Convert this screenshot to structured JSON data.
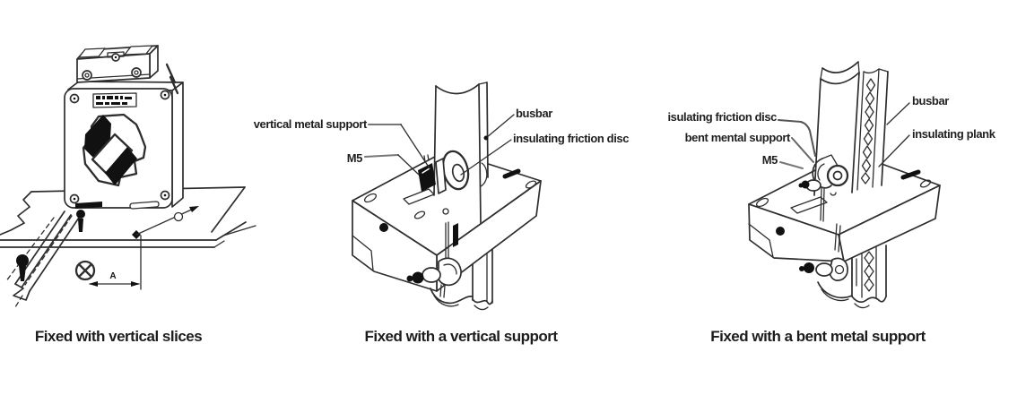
{
  "colors": {
    "background": "#ffffff",
    "line": "#2e2e2e",
    "leader": "#777777",
    "ink": "#111111",
    "text": "#1f1f1f"
  },
  "figures": [
    {
      "id": "vertical-slices",
      "caption": "Fixed with vertical slices",
      "dimension_label": "A",
      "labels": []
    },
    {
      "id": "vertical-support",
      "caption": "Fixed with a vertical support",
      "labels": [
        {
          "text": "vertical metal support"
        },
        {
          "text": "M5"
        },
        {
          "text": "busbar"
        },
        {
          "text": "insulating friction disc"
        }
      ]
    },
    {
      "id": "bent-metal-support",
      "caption": "Fixed with a bent metal support",
      "labels": [
        {
          "text": "isulating friction disc"
        },
        {
          "text": "bent mental support"
        },
        {
          "text": "M5"
        },
        {
          "text": "busbar"
        },
        {
          "text": "insulating plank"
        }
      ]
    }
  ]
}
